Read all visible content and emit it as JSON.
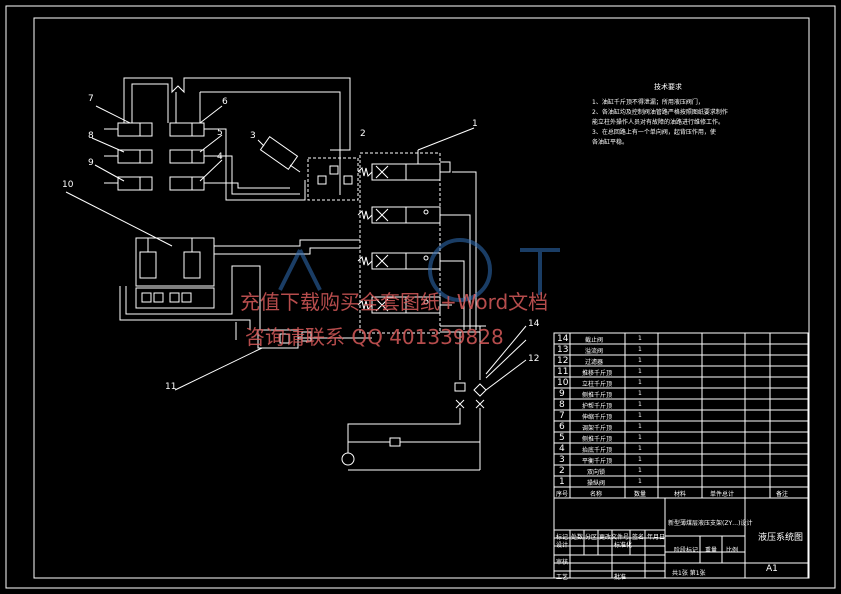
{
  "callouts": [
    "1",
    "2",
    "3",
    "4",
    "5",
    "6",
    "7",
    "8",
    "9",
    "10",
    "11",
    "12",
    "14"
  ],
  "requirements": {
    "title": "技术要求",
    "lines": [
      "1、油缸千斤顶不得泄漏；所用液压阀门，",
      "2、各油缸均及控制阀油管路严格按照图纸要求制作",
      "能立柱外操作人员对有故障的油路进行维修工作。",
      "3、在总回路上有一个单向阀，起背压作用，使",
      "各油缸平稳。"
    ]
  },
  "watermark": {
    "line1": "充值下载购买全套图纸+Word文档",
    "line2": "咨询请联系  QQ 401339828"
  },
  "bom": {
    "rows": [
      {
        "no": "14",
        "name": "截止阀",
        "qty": "1"
      },
      {
        "no": "13",
        "name": "溢流阀",
        "qty": "1"
      },
      {
        "no": "12",
        "name": "过滤器",
        "qty": "1"
      },
      {
        "no": "11",
        "name": "推移千斤顶",
        "qty": "1"
      },
      {
        "no": "10",
        "name": "立柱千斤顶",
        "qty": "1"
      },
      {
        "no": "9",
        "name": "侧推千斤顶",
        "qty": "1"
      },
      {
        "no": "8",
        "name": "护帮千斤顶",
        "qty": "1"
      },
      {
        "no": "7",
        "name": "伸缩千斤顶",
        "qty": "1"
      },
      {
        "no": "6",
        "name": "调架千斤顶",
        "qty": "1"
      },
      {
        "no": "5",
        "name": "侧推千斤顶",
        "qty": "1"
      },
      {
        "no": "4",
        "name": "抬底千斤顶",
        "qty": "1"
      },
      {
        "no": "3",
        "name": "平衡千斤顶",
        "qty": "1"
      },
      {
        "no": "2",
        "name": "双向锁",
        "qty": "1"
      },
      {
        "no": "1",
        "name": "操纵阀",
        "qty": "1"
      }
    ],
    "header": [
      "序号",
      "名称",
      "数量",
      "材料",
      "单件总计",
      "备注"
    ]
  },
  "title_block": {
    "project": "新型薄煤层液压支架(ZY…)设计",
    "drawing_name": "液压系统图",
    "sheet_size": "A1",
    "labels": [
      "标记",
      "处数",
      "分区",
      "更改文件号",
      "签名",
      "年月日"
    ],
    "roles": [
      "设计",
      "标准化",
      "审核",
      "工艺",
      "批准"
    ],
    "stage": [
      "阶段标记",
      "重量",
      "比例"
    ],
    "sheet": "共1张 第1张"
  }
}
